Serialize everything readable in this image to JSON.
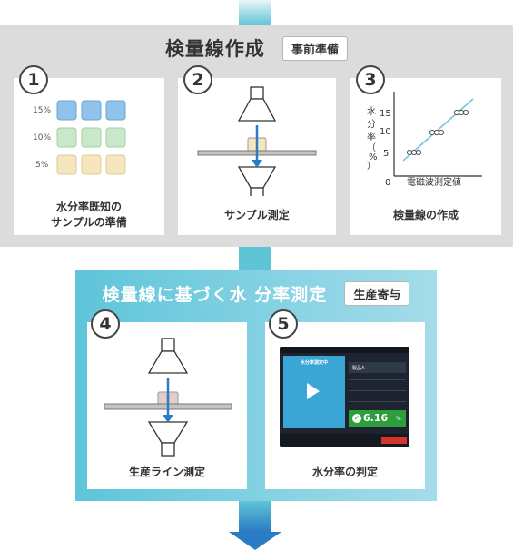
{
  "prep": {
    "title": "検量線作成",
    "badge": "事前準備",
    "steps": [
      {
        "num": "1",
        "caption_line1": "水分率既知の",
        "caption_line2": "サンプルの準備"
      },
      {
        "num": "2",
        "caption": "サンプル測定"
      },
      {
        "num": "3",
        "caption": "検量線の作成"
      }
    ],
    "samples": {
      "labels": [
        "15%",
        "10%",
        "5%"
      ],
      "colors": [
        "#8fc3eb",
        "#c9e7c9",
        "#f5e6bd"
      ]
    },
    "graph": {
      "ylabel": [
        "水",
        "分",
        "率",
        "（",
        "%",
        "）"
      ],
      "y_ticks": [
        "15",
        "10",
        "5"
      ],
      "origin": "0",
      "xlabel": "電磁波測定値"
    }
  },
  "prod": {
    "title": "検量線に基づく水 分率測定",
    "badge": "生産寄与",
    "steps": [
      {
        "num": "4",
        "caption": "生産ライン測定"
      },
      {
        "num": "5",
        "caption": "水分率の判定"
      }
    ],
    "screen": {
      "panel_title": "水分率測定中",
      "product": "製品A",
      "value": "6.16",
      "unit": "%"
    }
  },
  "colors": {
    "accent": "#5fc4d6",
    "arrow_blue": "#2a7cc4",
    "gray_bg": "#dcdcdc"
  }
}
